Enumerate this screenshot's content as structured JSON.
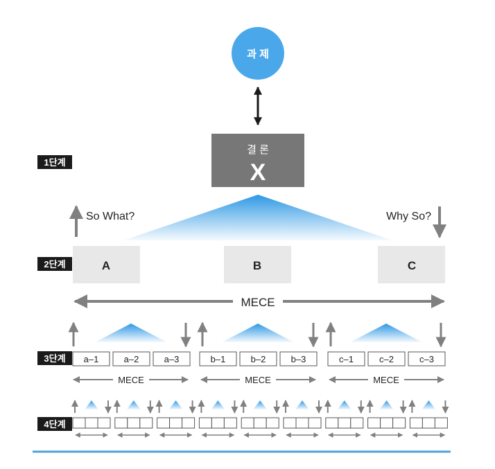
{
  "issue": {
    "label": "과 제",
    "color": "#4aa8ea"
  },
  "conclusion": {
    "title": "결 론",
    "letter": "X",
    "color": "#777777"
  },
  "levels": [
    "1단계",
    "2단계",
    "3단계",
    "4단계"
  ],
  "questions": {
    "up": "So What?",
    "down": "Why So?"
  },
  "level2": {
    "items": [
      "A",
      "B",
      "C"
    ],
    "mece": "MECE"
  },
  "level3": {
    "groups": [
      {
        "items": [
          "a–1",
          "a–2",
          "a–3"
        ],
        "mece": "MECE"
      },
      {
        "items": [
          "b–1",
          "b–2",
          "b–3"
        ],
        "mece": "MECE"
      },
      {
        "items": [
          "c–1",
          "c–2",
          "c–3"
        ],
        "mece": "MECE"
      }
    ]
  },
  "level4": {
    "units": 9,
    "cells_per_unit": 3
  },
  "colors": {
    "accent": "#4aa8ea",
    "arrow": "#808080",
    "box": "#e8e8e8",
    "tag": "#1a1a1a",
    "rule": "#4aa2da"
  }
}
